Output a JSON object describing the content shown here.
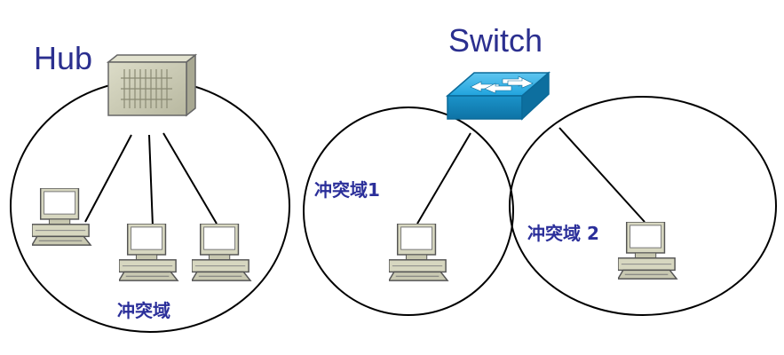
{
  "diagram": {
    "left_section": {
      "title": "Hub",
      "device": "hub-device",
      "computers": 3,
      "domain_label": "冲突域"
    },
    "right_section": {
      "title": "Switch",
      "device": "switch-device",
      "computers": 2,
      "domain_labels": [
        "冲突域1",
        "冲突域 2"
      ]
    },
    "colors": {
      "title_text": "#2b2f8f",
      "label_text": "#2b2f9a",
      "switch_blue": "#1fa3dd",
      "hub_beige": "#c8c8b0",
      "computer_beige": "#d8d8c0"
    }
  }
}
